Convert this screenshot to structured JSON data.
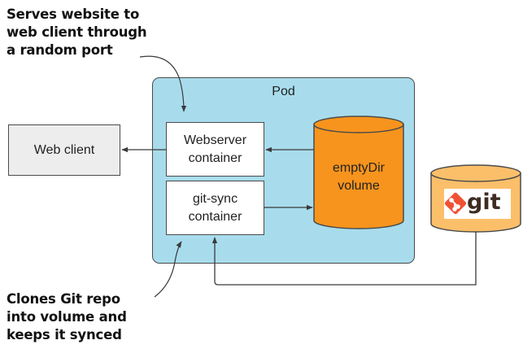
{
  "callouts": {
    "top": [
      "Serves website to",
      "web client through",
      "a random port"
    ],
    "bottom": [
      "Clones Git repo",
      "into volume and",
      "keeps it synced"
    ]
  },
  "pod": {
    "title": "Pod"
  },
  "web_client": {
    "label": "Web client"
  },
  "webserver_container": {
    "line1": "Webserver",
    "line2": "container"
  },
  "gitsync_container": {
    "line1": "git-sync",
    "line2": "container"
  },
  "volume": {
    "line1": "emptyDir",
    "line2": "volume"
  },
  "git_repo": {
    "logo_text": "git"
  },
  "colors": {
    "pod_fill": "#a8dcec",
    "volume_fill": "#f7941d",
    "git_cylinder_fill": "#fbbf6a",
    "git_logo_accent": "#f05133",
    "web_client_fill": "#ededed",
    "line": "#4b4b4b"
  }
}
